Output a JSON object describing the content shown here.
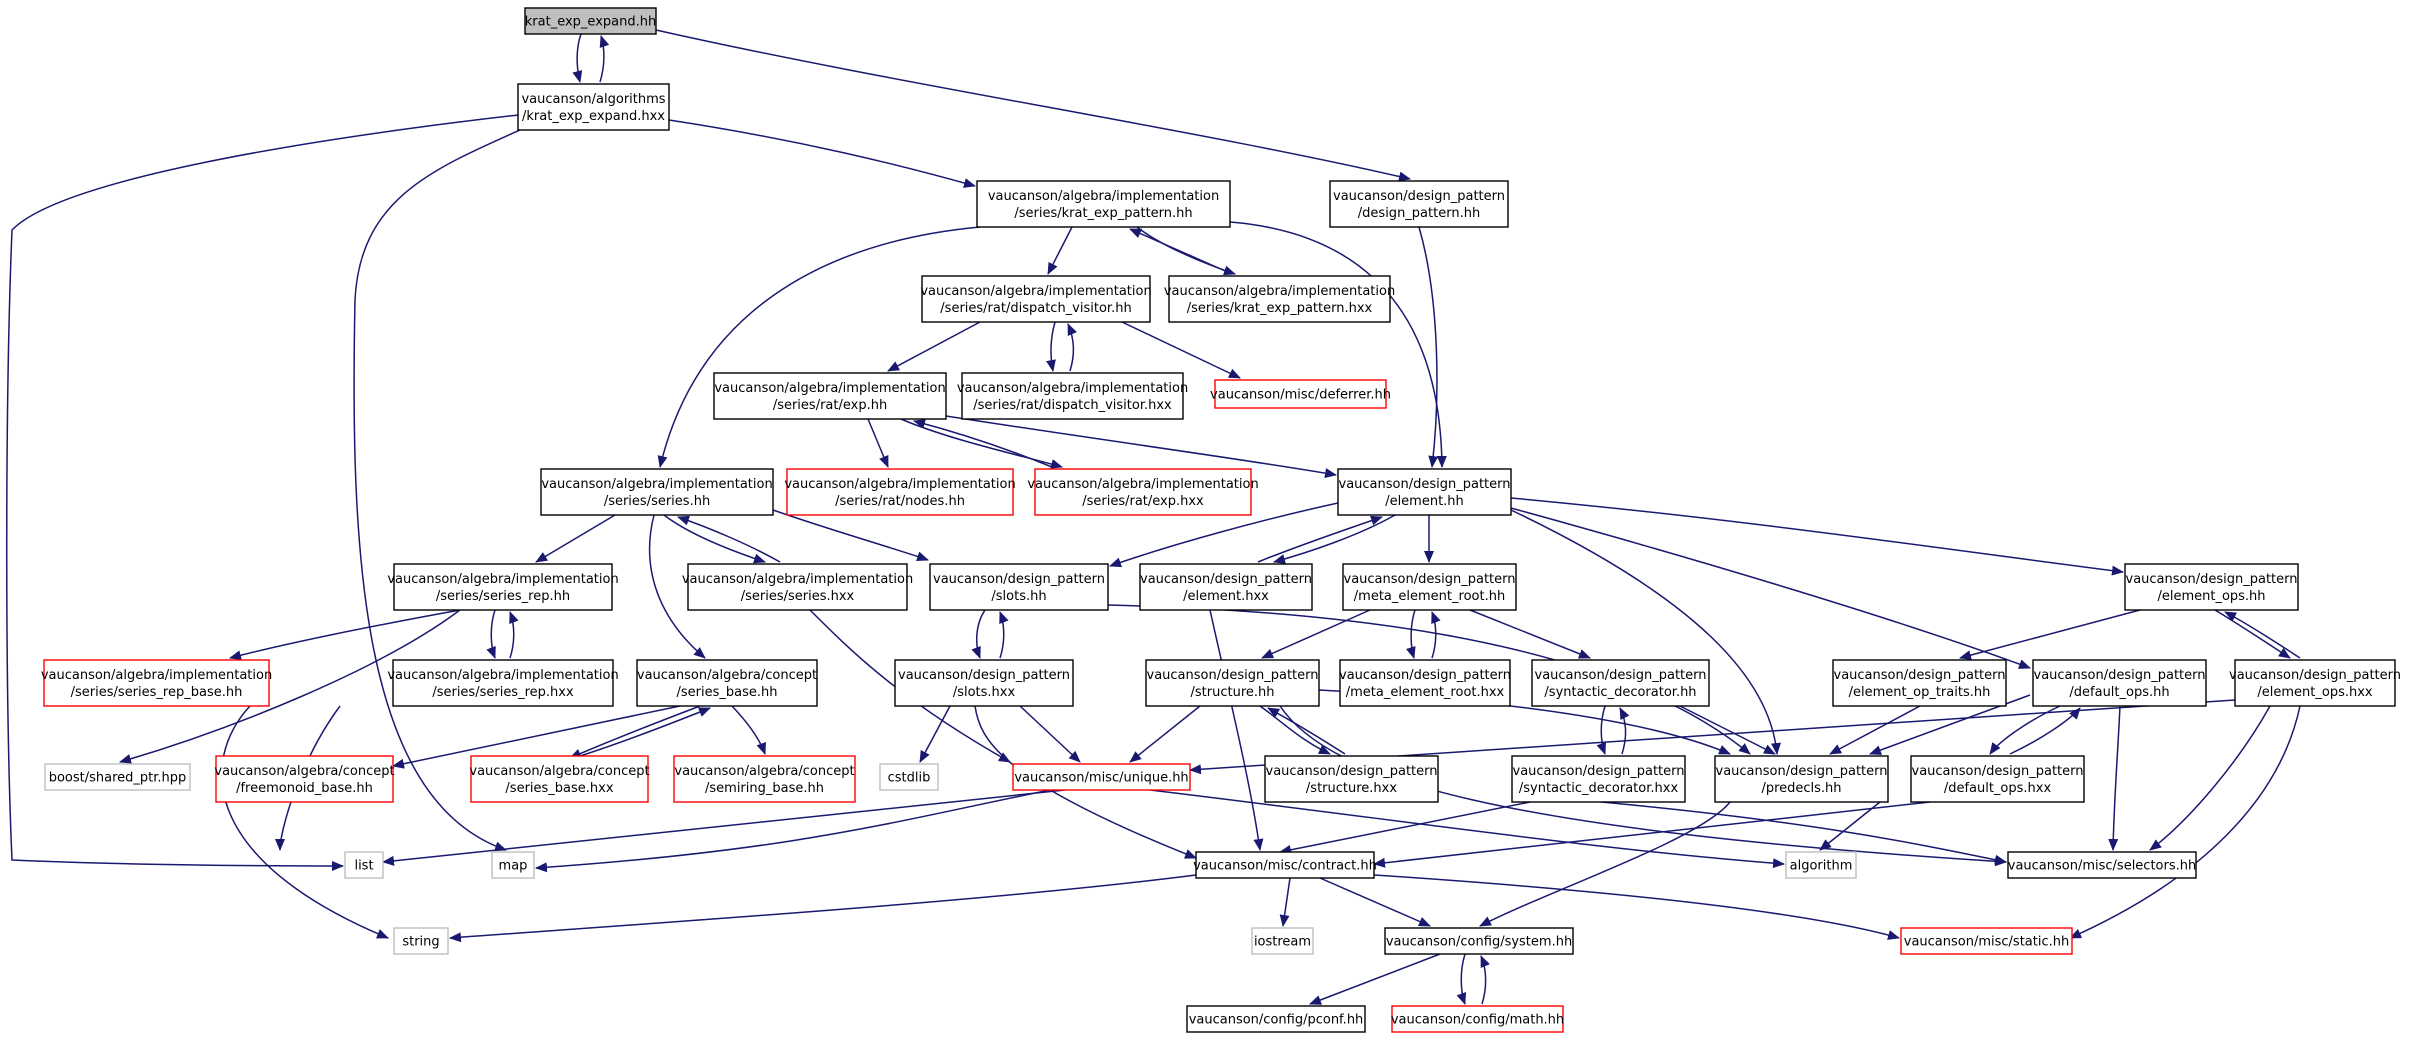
{
  "colors": {
    "edge": "#191970",
    "root_fill": "#bfbfbf",
    "normal_border": "#000000",
    "truncated_border": "#ff0000",
    "system_border": "#bfbfbf"
  },
  "nodes": [
    {
      "id": "n0",
      "lines": [
        "krat_exp_expand.hh"
      ],
      "kind": "root"
    },
    {
      "id": "n1",
      "lines": [
        "vaucanson/algorithms",
        "/krat_exp_expand.hxx"
      ],
      "kind": "normal"
    },
    {
      "id": "n2",
      "lines": [
        "vaucanson/algebra/implementation",
        "/series/krat_exp_pattern.hh"
      ],
      "kind": "normal"
    },
    {
      "id": "n3",
      "lines": [
        "vaucanson/design_pattern",
        "/design_pattern.hh"
      ],
      "kind": "normal"
    },
    {
      "id": "n4",
      "lines": [
        "vaucanson/algebra/implementation",
        "/series/rat/dispatch_visitor.hh"
      ],
      "kind": "normal"
    },
    {
      "id": "n5",
      "lines": [
        "vaucanson/algebra/implementation",
        "/series/krat_exp_pattern.hxx"
      ],
      "kind": "normal"
    },
    {
      "id": "n6",
      "lines": [
        "vaucanson/algebra/implementation",
        "/series/rat/exp.hh"
      ],
      "kind": "normal"
    },
    {
      "id": "n7",
      "lines": [
        "vaucanson/algebra/implementation",
        "/series/rat/dispatch_visitor.hxx"
      ],
      "kind": "normal"
    },
    {
      "id": "n8",
      "lines": [
        "vaucanson/misc/deferrer.hh"
      ],
      "kind": "truncated"
    },
    {
      "id": "n9",
      "lines": [
        "vaucanson/algebra/implementation",
        "/series/series.hh"
      ],
      "kind": "normal"
    },
    {
      "id": "n10",
      "lines": [
        "vaucanson/algebra/implementation",
        "/series/rat/nodes.hh"
      ],
      "kind": "truncated"
    },
    {
      "id": "n11",
      "lines": [
        "vaucanson/algebra/implementation",
        "/series/rat/exp.hxx"
      ],
      "kind": "truncated"
    },
    {
      "id": "n12",
      "lines": [
        "vaucanson/design_pattern",
        "/element.hh"
      ],
      "kind": "normal"
    },
    {
      "id": "n13",
      "lines": [
        "vaucanson/algebra/implementation",
        "/series/series_rep.hh"
      ],
      "kind": "normal"
    },
    {
      "id": "n14",
      "lines": [
        "vaucanson/algebra/implementation",
        "/series/series.hxx"
      ],
      "kind": "normal"
    },
    {
      "id": "n15",
      "lines": [
        "vaucanson/design_pattern",
        "/slots.hh"
      ],
      "kind": "normal"
    },
    {
      "id": "n16",
      "lines": [
        "vaucanson/design_pattern",
        "/element.hxx"
      ],
      "kind": "normal"
    },
    {
      "id": "n17",
      "lines": [
        "vaucanson/design_pattern",
        "/meta_element_root.hh"
      ],
      "kind": "normal"
    },
    {
      "id": "n18",
      "lines": [
        "vaucanson/design_pattern",
        "/element_ops.hh"
      ],
      "kind": "normal"
    },
    {
      "id": "n19",
      "lines": [
        "vaucanson/algebra/implementation",
        "/series/series_rep_base.hh"
      ],
      "kind": "truncated"
    },
    {
      "id": "n20",
      "lines": [
        "vaucanson/algebra/implementation",
        "/series/series_rep.hxx"
      ],
      "kind": "normal"
    },
    {
      "id": "n21",
      "lines": [
        "vaucanson/algebra/concept",
        "/series_base.hh"
      ],
      "kind": "normal"
    },
    {
      "id": "n22",
      "lines": [
        "vaucanson/design_pattern",
        "/slots.hxx"
      ],
      "kind": "normal"
    },
    {
      "id": "n23",
      "lines": [
        "vaucanson/design_pattern",
        "/structure.hh"
      ],
      "kind": "normal"
    },
    {
      "id": "n24",
      "lines": [
        "vaucanson/design_pattern",
        "/meta_element_root.hxx"
      ],
      "kind": "normal"
    },
    {
      "id": "n25",
      "lines": [
        "vaucanson/design_pattern",
        "/syntactic_decorator.hh"
      ],
      "kind": "normal"
    },
    {
      "id": "n26",
      "lines": [
        "vaucanson/design_pattern",
        "/element_op_traits.hh"
      ],
      "kind": "normal"
    },
    {
      "id": "n27",
      "lines": [
        "vaucanson/design_pattern",
        "/default_ops.hh"
      ],
      "kind": "normal"
    },
    {
      "id": "n28",
      "lines": [
        "vaucanson/design_pattern",
        "/element_ops.hxx"
      ],
      "kind": "normal"
    },
    {
      "id": "n29",
      "lines": [
        "boost/shared_ptr.hpp"
      ],
      "kind": "system"
    },
    {
      "id": "n30",
      "lines": [
        "vaucanson/algebra/concept",
        "/freemonoid_base.hh"
      ],
      "kind": "truncated"
    },
    {
      "id": "n31",
      "lines": [
        "vaucanson/algebra/concept",
        "/series_base.hxx"
      ],
      "kind": "truncated"
    },
    {
      "id": "n32",
      "lines": [
        "vaucanson/algebra/concept",
        "/semiring_base.hh"
      ],
      "kind": "truncated"
    },
    {
      "id": "n33",
      "lines": [
        "cstdlib"
      ],
      "kind": "system"
    },
    {
      "id": "n34",
      "lines": [
        "vaucanson/misc/unique.hh"
      ],
      "kind": "truncated"
    },
    {
      "id": "n35",
      "lines": [
        "vaucanson/design_pattern",
        "/structure.hxx"
      ],
      "kind": "normal"
    },
    {
      "id": "n36",
      "lines": [
        "vaucanson/design_pattern",
        "/syntactic_decorator.hxx"
      ],
      "kind": "normal"
    },
    {
      "id": "n37",
      "lines": [
        "vaucanson/design_pattern",
        "/predecls.hh"
      ],
      "kind": "normal"
    },
    {
      "id": "n38",
      "lines": [
        "vaucanson/design_pattern",
        "/default_ops.hxx"
      ],
      "kind": "normal"
    },
    {
      "id": "n39",
      "lines": [
        "list"
      ],
      "kind": "system"
    },
    {
      "id": "n40",
      "lines": [
        "map"
      ],
      "kind": "system"
    },
    {
      "id": "n41",
      "lines": [
        "vaucanson/misc/contract.hh"
      ],
      "kind": "normal"
    },
    {
      "id": "n42",
      "lines": [
        "algorithm"
      ],
      "kind": "system"
    },
    {
      "id": "n43",
      "lines": [
        "vaucanson/misc/selectors.hh"
      ],
      "kind": "normal"
    },
    {
      "id": "n44",
      "lines": [
        "string"
      ],
      "kind": "system"
    },
    {
      "id": "n45",
      "lines": [
        "iostream"
      ],
      "kind": "system"
    },
    {
      "id": "n46",
      "lines": [
        "vaucanson/config/system.hh"
      ],
      "kind": "normal"
    },
    {
      "id": "n47",
      "lines": [
        "vaucanson/misc/static.hh"
      ],
      "kind": "truncated"
    },
    {
      "id": "n48",
      "lines": [
        "vaucanson/config/pconf.hh"
      ],
      "kind": "normal"
    },
    {
      "id": "n49",
      "lines": [
        "vaucanson/config/math.hh"
      ],
      "kind": "truncated"
    }
  ]
}
